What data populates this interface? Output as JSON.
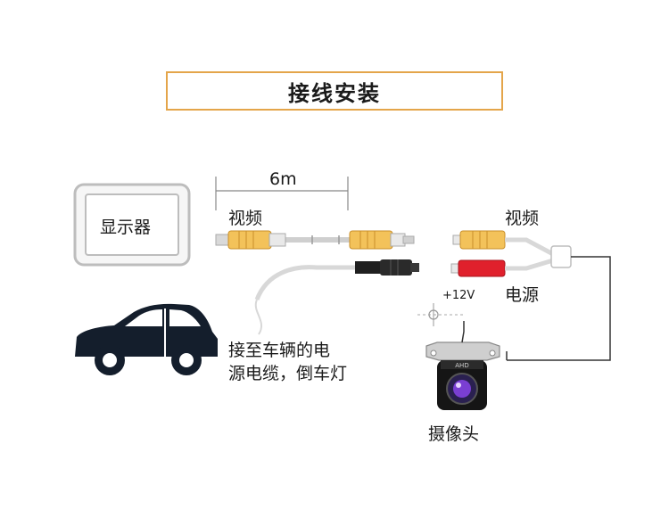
{
  "title": "接线安装",
  "monitor_label": "显示器",
  "length_label": "6m",
  "video_label_left": "视频",
  "video_label_right": "视频",
  "power_label": "电源",
  "voltage_label": "+12V",
  "car_note_line1": "接至车辆的电",
  "car_note_line2": "源电缆，倒车灯",
  "camera_label": "摄像头",
  "camera_brand": "AHD",
  "colors": {
    "title_border": "#e4a54a",
    "rca_yellow": "#f3c25a",
    "rca_red": "#e0202c",
    "connector_black": "#2a2a2a",
    "car_body": "#141e2c"
  }
}
